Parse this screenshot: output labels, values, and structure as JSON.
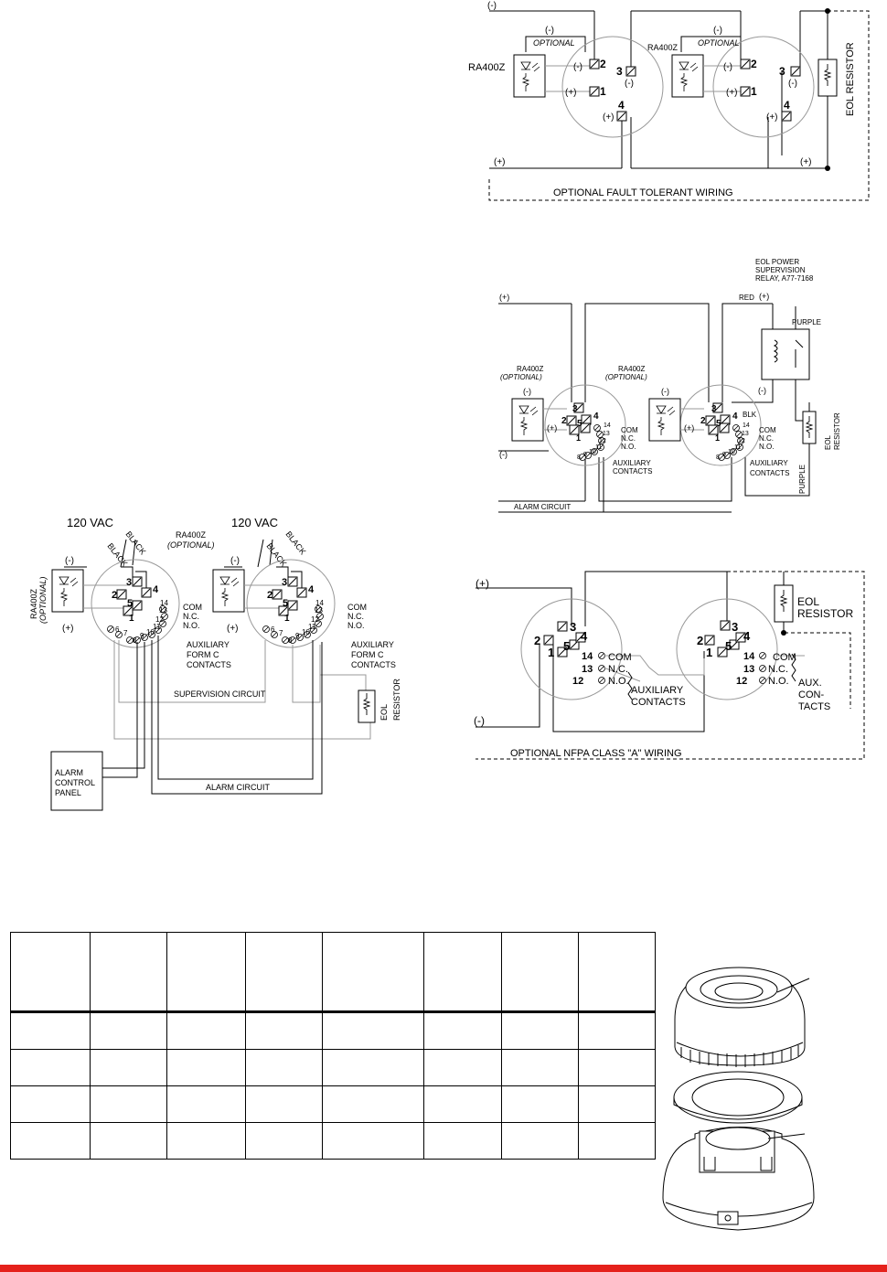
{
  "diagram1": {
    "neg_top": "(-)",
    "neg": "(-)",
    "optional": "OPTIONAL",
    "ra_left": "RA400Z",
    "ra_right": "RA400Z",
    "t2": "2",
    "t3": "3",
    "t1": "1",
    "t4": "4",
    "neg_term2": "(-)",
    "neg_term3": "(-)",
    "pos_term1": "(+)",
    "pos_term4": "(+)",
    "pos": "(+)",
    "eol": "EOL RESISTOR",
    "fault": "OPTIONAL FAULT TOLERANT WIRING"
  },
  "diagram2": {
    "pos": "(+)",
    "neg": "(-)",
    "ra": "RA400Z",
    "optional": "(OPTIONAL)",
    "eol_relay": [
      "EOL POWER",
      "SUPERVISION",
      "RELAY, A77-7168"
    ],
    "red": "RED",
    "purple": "PURPLE",
    "blk": "BLK",
    "com": "COM",
    "nc": "N.C.",
    "no": "N.O.",
    "aux": [
      "AUXILIARY",
      "CONTACTS"
    ],
    "eol_res": [
      "EOL",
      "RESISTOR"
    ],
    "alarm": "ALARM CIRCUIT",
    "terminals": {
      "t3": "3",
      "t2": "2",
      "t5": "5",
      "t4": "4",
      "t1": "1",
      "t14": "14",
      "t13": "13",
      "t12": "12",
      "t11": "11",
      "t10": "10",
      "t9": "9",
      "t8": "8"
    }
  },
  "diagram3": {
    "vac": "120 VAC",
    "black": "BLACK",
    "ra": "RA400Z",
    "optional": "(OPTIONAL)",
    "neg": "(-)",
    "pos": "(+)",
    "com": "COM",
    "nc": "N.C.",
    "no": "N.O.",
    "aux": [
      "AUXILIARY",
      "FORM C",
      "CONTACTS"
    ],
    "supervision": "SUPERVISION CIRCUIT",
    "eol_res": [
      "EOL",
      "RESISTOR"
    ],
    "panel": [
      "ALARM",
      "CONTROL",
      "PANEL"
    ],
    "alarm": "ALARM CIRCUIT",
    "terminals": {
      "t3": "3",
      "t4": "4",
      "t2": "2",
      "t5": "5",
      "t1": "1",
      "t14": "14",
      "t13": "13",
      "t12": "12",
      "t11": "11",
      "t10": "10",
      "t9": "9",
      "t8": "8",
      "t7": "7",
      "t6": "6"
    }
  },
  "diagram4": {
    "pos": "(+)",
    "neg": "(-)",
    "eol": [
      "EOL",
      "RESISTOR"
    ],
    "com": "COM",
    "nc": "N.C.",
    "no": "N.O.",
    "aux": [
      "AUXILIARY",
      "CONTACTS"
    ],
    "aux2": [
      "AUX.",
      "CON-",
      "TACTS"
    ],
    "nfpa": "OPTIONAL NFPA CLASS \"A\" WIRING",
    "terminals": {
      "t3": "3",
      "t2": "2",
      "t4": "4",
      "t1": "1",
      "t5": "5",
      "t14": "14",
      "t13": "13",
      "t12": "12"
    }
  },
  "colors": {
    "accent": "#e5211b"
  }
}
